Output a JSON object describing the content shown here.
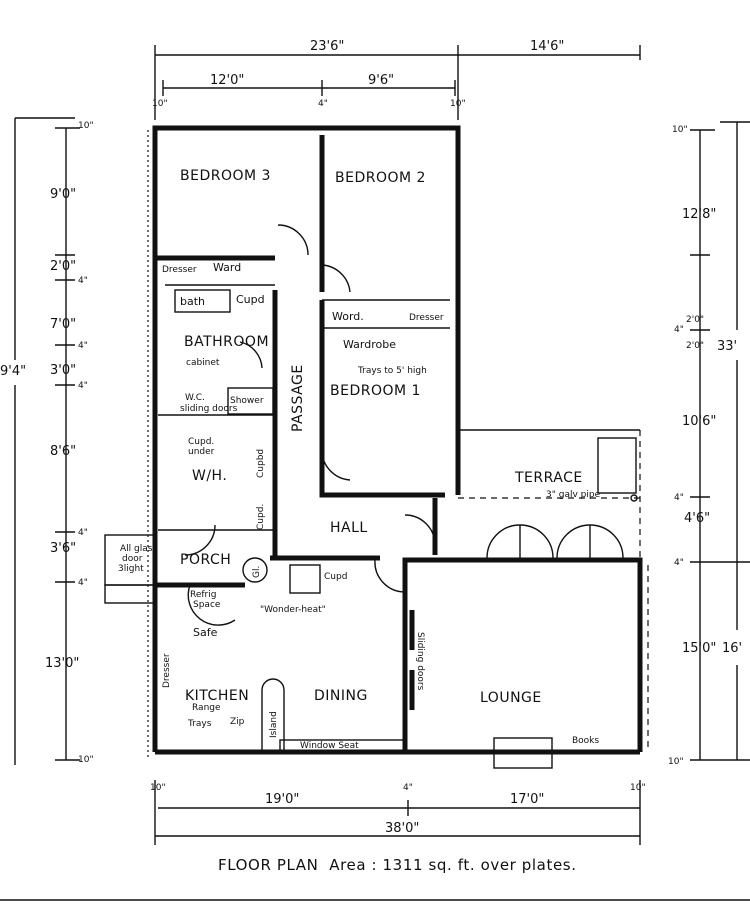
{
  "title": "FLOOR PLAN  Area : 1311 sq. ft. over plates.",
  "rooms": {
    "bedroom3": "BEDROOM 3",
    "bedroom2": "BEDROOM 2",
    "bedroom1": "BEDROOM 1",
    "bathroom": "BATHROOM",
    "passage": "PASSAGE",
    "hall": "HALL",
    "terrace": "TERRACE",
    "porch": "PORCH",
    "kitchen": "KITCHEN",
    "dining": "DINING",
    "lounge": "LOUNGE",
    "wh": "W/H."
  },
  "fixtures": {
    "dresser_b3": "Dresser",
    "ward_b3": "Ward",
    "bath": "bath",
    "cupd_bath": "Cupd",
    "ward_b1": "Word.",
    "dresser_b1": "Dresser",
    "wardrobe": "Wardrobe",
    "trays_high": "Trays to 5' high",
    "cabinet": "cabinet",
    "wc": "W.C.",
    "wc_doors": "sliding doors",
    "shower": "Shower",
    "cupd_under": "Cupd.",
    "cupd_under2": "under",
    "cupbd": "Cupbd",
    "cupd_hall": "Cupd.",
    "galv_pipe": "3\" galv pipe",
    "glass_door1": "All glass",
    "glass_door2": "door",
    "glass_door3": "3light",
    "gl": "Gl.",
    "cupd_dining": "Cupd",
    "refrig": "Refrig",
    "refrig2": "Space",
    "wonder_heat": "\"Wonder-heat\"",
    "safe": "Safe",
    "dresser_kitchen": "Dresser",
    "sliding_doors": "Sliding doors",
    "range": "Range",
    "trays": "Trays",
    "zip": "Zip",
    "island": "Island",
    "window_seat": "Window Seat",
    "books": "Books"
  },
  "dimensions": {
    "top": [
      "23'6\"",
      "14'6\"",
      "12'0\"",
      "9'6\"",
      "10\"",
      "4\"",
      "10\""
    ],
    "bottom": [
      "10\"",
      "19'0\"",
      "4\"",
      "17'0\"",
      "10\"",
      "38'0\""
    ],
    "left": [
      "10\"",
      "9'0\"",
      "2'0\"",
      "4\"",
      "7'0\"",
      "4\"",
      "3'0\"",
      "4\"",
      "8'6\"",
      "4\"",
      "3'6\"",
      "4\"",
      "13'0\"",
      "10\"",
      "9'4\""
    ],
    "right": [
      "10\"",
      "12'8\"",
      "2'0\"",
      "4\"",
      "2'0\"",
      "33'",
      "10'6\"",
      "4\"",
      "4'6\"",
      "4\"",
      "15'0\"",
      "16'",
      "10\""
    ]
  }
}
